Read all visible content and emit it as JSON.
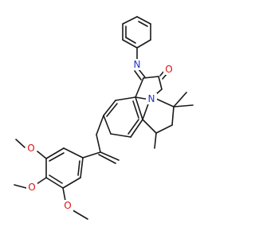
{
  "molecule": {
    "atom_labels": {
      "imine_n": "N",
      "carbonyl_o": "O",
      "ring_n": "N",
      "methoxy_o_top": "O",
      "methoxy_o_middle": "O",
      "methoxy_o_bottom": "O"
    },
    "colors": {
      "bond": "#1a1a1a",
      "nitrogen": "#2233cc",
      "oxygen": "#dd1111",
      "background": "#ffffff"
    }
  }
}
